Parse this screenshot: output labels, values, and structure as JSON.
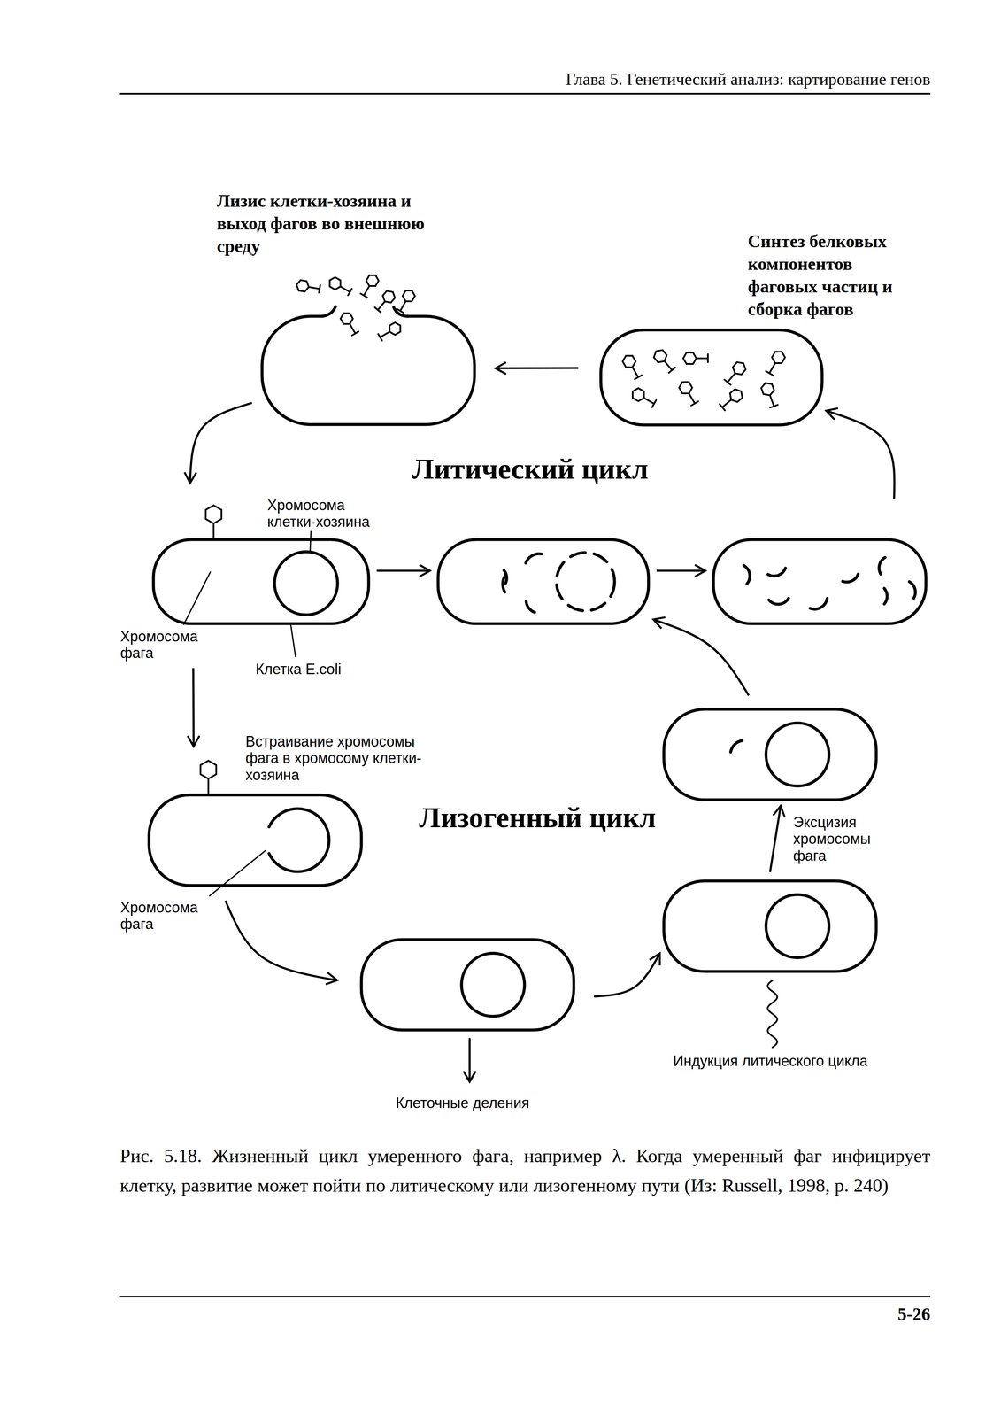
{
  "diagram": {
    "caption": "Рис. 5.18. Жизненный цикл умеренного фага, например λ. Когда умеренный фаг инфицирует клетку, развитие может пойти по литическому или лизогенному пути (Из: Russell, 1998, p. 240)",
    "nodes": [
      {
        "text": [
          "Лизис клетки-хозяина и выход фагов во внешнюю среду"
        ]
      },
      {
        "text": [
          "Синтез белковых компонентов фаговых частиц и сборка фагов"
        ]
      },
      {
        "text": [
          "Хромосома клетки-хозяина",
          "Хромосома фага",
          "Клетка E.coli"
        ]
      },
      {
        "text": []
      },
      {
        "text": []
      },
      {
        "text": [
          "Встраивание хромосомы фага в хромосому клетки-хозяина",
          "Хромосома фага"
        ]
      },
      {
        "text": [
          "Клеточные деления"
        ]
      },
      {
        "text": [
          "Индукция литического цикла"
        ]
      },
      {
        "text": []
      }
    ],
    "edges": [
      {
        "from": 0,
        "to": 2,
        "arrow": "to"
      },
      {
        "from": 2,
        "to": 3,
        "arrow": "to"
      },
      {
        "from": 3,
        "to": 4,
        "arrow": "to"
      },
      {
        "from": 4,
        "to": 1,
        "arrow": "to"
      },
      {
        "from": 1,
        "to": 0,
        "arrow": "to"
      },
      {
        "from": 2,
        "to": 5,
        "arrow": "to"
      },
      {
        "from": 5,
        "to": 6,
        "arrow": "to"
      },
      {
        "from": 6,
        "to": 7,
        "arrow": "to"
      },
      {
        "from": 7,
        "to": 8,
        "label": "Эксцизия хромосомы фага",
        "arrow": "to"
      },
      {
        "from": 8,
        "to": 3,
        "arrow": "to"
      }
    ],
    "labels": [
      "Глава 5. Генетический анализ: картирование генов",
      "Литический цикл",
      "Лизогенный цикл",
      "5-26"
    ]
  }
}
